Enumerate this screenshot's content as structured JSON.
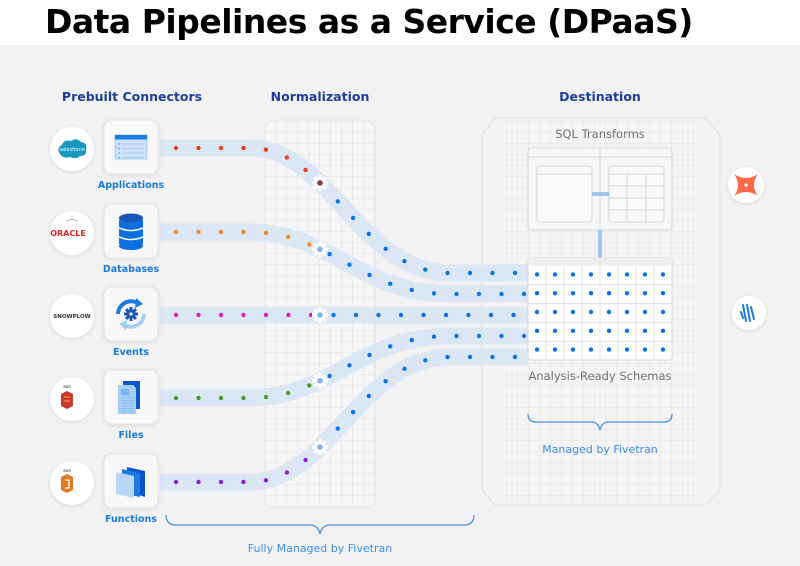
{
  "title": "Data Pipelines as a Service (DPaaS)",
  "columns": {
    "connectors": "Prebuilt Connectors",
    "normalization": "Normalization",
    "destination": "Destination"
  },
  "sources": [
    {
      "label": "Applications",
      "logo": "salesforce",
      "logo_text": "salesforce",
      "icon": "app-window-icon",
      "dot_color": "#e8401c"
    },
    {
      "label": "Databases",
      "logo": "oracle",
      "logo_text": "ORACLE",
      "icon": "database-icon",
      "dot_color": "#ef8a1c"
    },
    {
      "label": "Events",
      "logo": "snowplow",
      "logo_text": "SNOWPLOW",
      "icon": "event-cycle-icon",
      "dot_color": "#e01fb8"
    },
    {
      "label": "Files",
      "logo": "aws-s3",
      "logo_text": "aws",
      "icon": "file-icon",
      "dot_color": "#4c9a2a"
    },
    {
      "label": "Functions",
      "logo": "aws-lambda",
      "logo_text": "aws",
      "icon": "functions-icon",
      "dot_color": "#8e1fd6"
    }
  ],
  "destination": {
    "sql_transforms": "SQL Transforms",
    "schemas": "Analysis-Ready Schemas",
    "managed": "Managed  by Fivetran"
  },
  "footer": {
    "fully_managed": "Fully Managed by Fivetran"
  },
  "right_logos": [
    {
      "name": "dbt",
      "color": "#ff694a"
    },
    {
      "name": "fivetran",
      "color": "#1a7be0"
    }
  ],
  "colors": {
    "flow_dot": "#0a73e8",
    "stream": "#dbe7f5",
    "heading": "#1b3f9b",
    "accent": "#1a7be0"
  }
}
